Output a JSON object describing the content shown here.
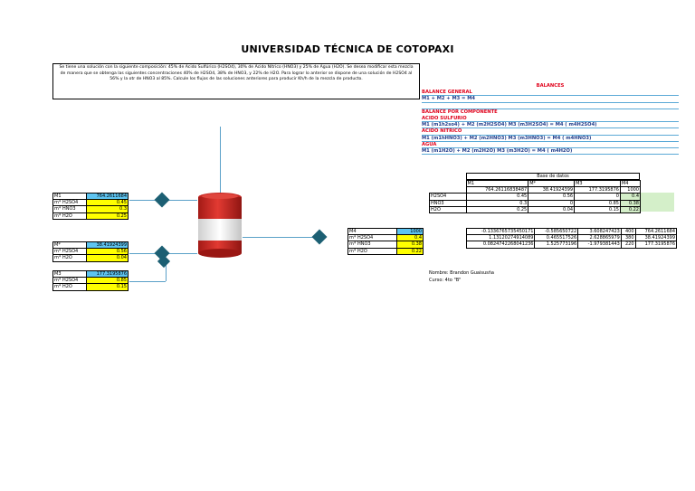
{
  "title": "UNIVERSIDAD TÉCNICA DE COTOPAXI",
  "problem_text": "Se tiene una solución con la siguiente composición: 45% de Acido Sulfúrico (H2SO4), 30% de Acido Nítrico (HNO3) y 25% de Agua (H2O). Se desea modificar esta mezcla de manera que se obtenga las siguientes concentraciones 40% de H2SO4, 38% de HNO3, y 22% de H2O. Para lograr lo anterior se dispone de una solución de H2SO4 al 56% y la otr de HNO3 al 85%. Calcule los flujos de las soluciones anteriores para producir Kh/h de la mezcla de producto.",
  "balances": {
    "header": "BALANCES",
    "general_label": "BALANCE GENERAL",
    "general_eq": "M1 + M2 + M3 = M4",
    "component_label": "BALANCE POR COMPONENTE",
    "sulfuric_label": "ACIDO SULFURIO",
    "sulfuric_eq": "M1 (m1h2so4) + M2 (m2H2SO4) M3 (m3H2SO4) = M4 ( m4H2SO4)",
    "nitric_label": "ACIDO NITRICO",
    "nitric_eq": "M1 (m1hHNO3) + M2 (m2HNO3) M3 (m3HNO3) = M4 ( m4HNO3)",
    "water_label": "AGUA",
    "water_eq": "M1 (m1H2O) + M2 (m2H2O) M3 (m3H2O) = M4 ( m4H2O)"
  },
  "base_datos": {
    "title": "Base de datos",
    "headers": [
      "",
      "M1",
      "M*",
      "M3",
      "M4"
    ],
    "flows": [
      "",
      "764.26116838487",
      "38.41924399",
      "177.3195876",
      "1000"
    ],
    "rows": [
      [
        "H2SO4",
        "0.45",
        "0.56",
        "0",
        "0.4"
      ],
      [
        "HNO3",
        "0.3",
        "0",
        "0.85",
        "0.38"
      ],
      [
        "H2O",
        "0.25",
        "0.04",
        "0.15",
        "0.22"
      ]
    ]
  },
  "matrix": {
    "rows": [
      [
        "-0.1336765735450171",
        "-0.585650722",
        "3.608247423",
        "400",
        "764.2611684"
      ],
      [
        "1.13120274914089",
        "0.465517526",
        "2.628865979",
        "380",
        "38.41924399"
      ],
      [
        "0.0824742268041236",
        "1.525773196",
        "-1.979381443",
        "220",
        "177.3195876"
      ]
    ]
  },
  "stream_m1": {
    "rows": [
      [
        "M1",
        "764.2611684"
      ],
      [
        "m* H2SO4",
        "0.45"
      ],
      [
        "m* HNO3",
        "0.3"
      ],
      [
        "m* H2O",
        "0.25"
      ]
    ]
  },
  "stream_m2": {
    "rows": [
      [
        "M*",
        "38.41924399"
      ],
      [
        "m* H2SO4",
        "0.56"
      ],
      [
        "m* H2O",
        "0.04"
      ]
    ]
  },
  "stream_m3": {
    "rows": [
      [
        "M3",
        "177.3195876"
      ],
      [
        "m* H2SO4",
        "0.85"
      ],
      [
        "m* H2O",
        "0.15"
      ]
    ]
  },
  "stream_m4": {
    "rows": [
      [
        "M4",
        "1000"
      ],
      [
        "m* H2SO4",
        "0.4"
      ],
      [
        "m* HNO3",
        "0.38"
      ],
      [
        "m* H2O",
        "0.22"
      ]
    ]
  },
  "author": {
    "name": "Nombre: Brandon Guaisusña",
    "course": "Curso: 4to \"B\""
  },
  "colors": {
    "yellow": "#ffff00",
    "cyan": "#5ec4f0",
    "green": "#d4efc9",
    "tank": "#d62b26",
    "pipe": "#5aa0c8",
    "connector": "#1c5f73",
    "red_text": "#e0001a"
  },
  "icons": [
    "diamond-connector-icon",
    "tank-icon",
    "arrow-connector-icon"
  ]
}
